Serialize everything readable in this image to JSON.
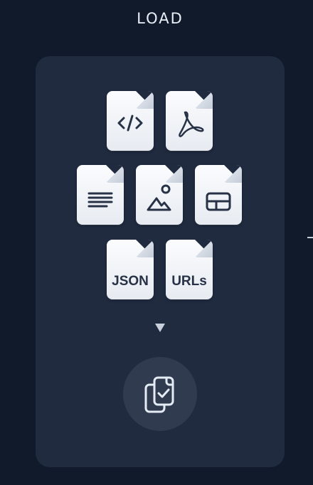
{
  "title": "LOAD",
  "files": [
    {
      "name": "code-file",
      "icon": "code-icon",
      "label": ""
    },
    {
      "name": "pdf-file",
      "icon": "pdf-icon",
      "label": ""
    },
    {
      "name": "text-file",
      "icon": "text-lines-icon",
      "label": ""
    },
    {
      "name": "image-file",
      "icon": "image-icon",
      "label": ""
    },
    {
      "name": "table-file",
      "icon": "table-icon",
      "label": ""
    },
    {
      "name": "json-file",
      "icon": "document-icon",
      "label": "JSON"
    },
    {
      "name": "urls-file",
      "icon": "document-icon",
      "label": "URLs"
    }
  ],
  "flow": {
    "arrow_icon": "triangle-down-icon",
    "target_icon": "copy-check-icon"
  },
  "colors": {
    "background": "#111a2b",
    "panel": "#202b40",
    "file_top": "#fbfcfe",
    "file_bottom": "#e7ebf1",
    "glyph": "#283247",
    "circle": "#303b50",
    "title": "#e9eef7"
  }
}
